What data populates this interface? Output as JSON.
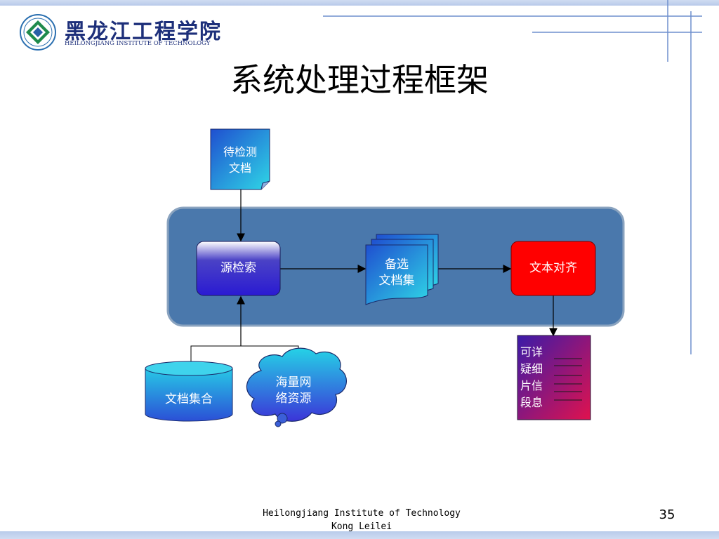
{
  "header": {
    "logo_cn": "黑龙江工程学院",
    "logo_en": "HEILONGJIANG INSTITUTE OF TECHNOLOGY"
  },
  "slide": {
    "title": "系统处理过程框架"
  },
  "diagram": {
    "input_doc": [
      "待检测",
      "文档"
    ],
    "retrieval": "源检索",
    "candidates": [
      "备选",
      "文档集"
    ],
    "alignment": "文本对齐",
    "doc_collection": "文档集合",
    "web_resources": [
      "海量网",
      "络资源"
    ],
    "output_lines": [
      "可详",
      "疑细",
      "片信",
      "段息"
    ]
  },
  "footer": {
    "line1": "Heilongjiang Institute of Technology",
    "line2": "Kong Leilei",
    "page_number": "35"
  }
}
